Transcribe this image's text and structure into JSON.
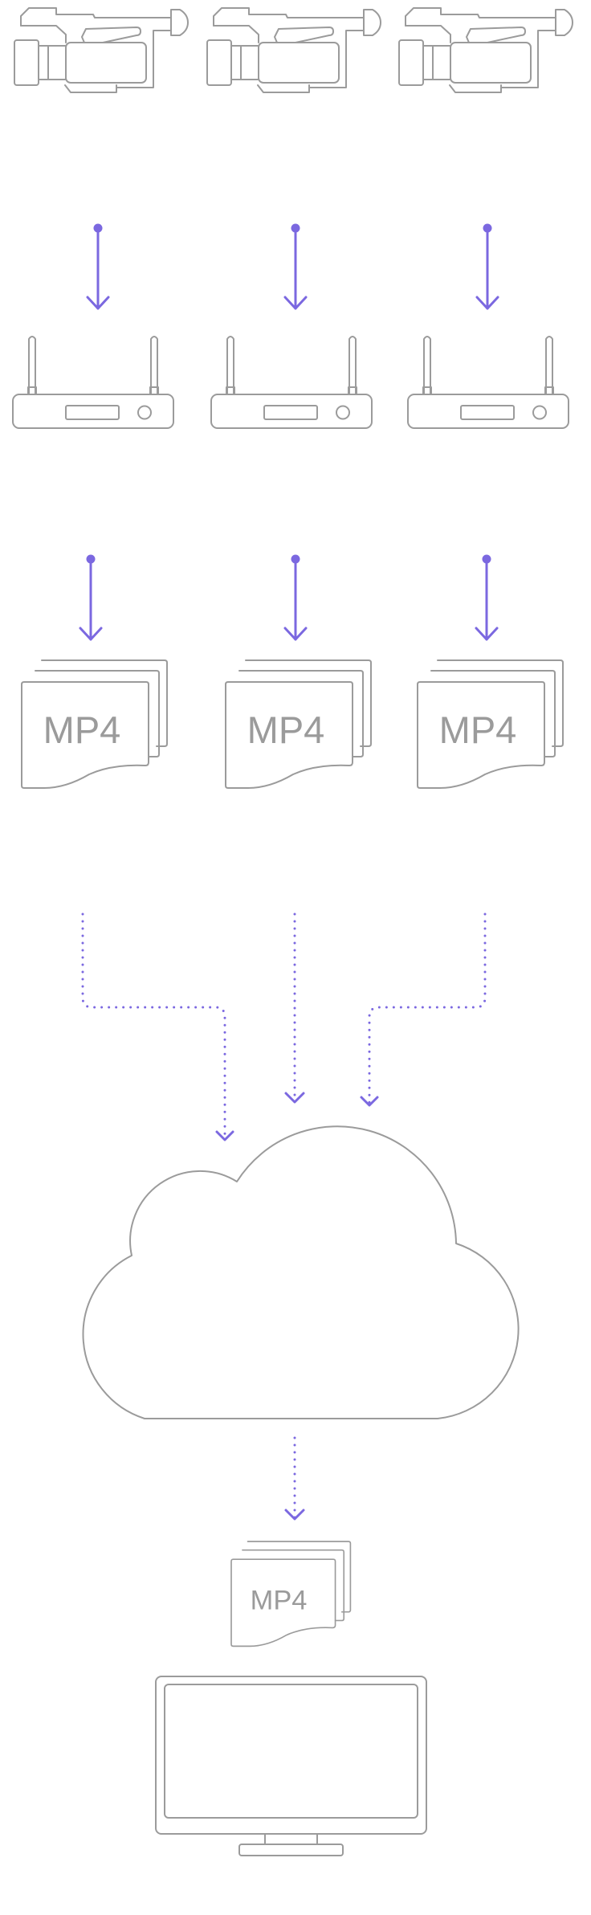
{
  "colors": {
    "icon_stroke": "#9b9b9b",
    "arrow_accent": "#7b68e0",
    "background": "#ffffff"
  },
  "diagram": {
    "cameras": [
      {
        "icon": "video-camera-icon"
      },
      {
        "icon": "video-camera-icon"
      },
      {
        "icon": "video-camera-icon"
      }
    ],
    "transmitters": [
      {
        "icon": "wireless-transmitter-icon"
      },
      {
        "icon": "wireless-transmitter-icon"
      },
      {
        "icon": "wireless-transmitter-icon"
      }
    ],
    "recorded_files": [
      {
        "label": "MP4"
      },
      {
        "label": "MP4"
      },
      {
        "label": "MP4"
      }
    ],
    "cloud": {
      "icon": "cloud-icon"
    },
    "output_file": {
      "label": "MP4"
    },
    "display": {
      "icon": "monitor-icon"
    },
    "connectors": {
      "camera_to_transmitter": "solid-arrow",
      "transmitter_to_file": "solid-arrow",
      "file_to_cloud": "dotted-arrow",
      "cloud_to_output": "dotted-arrow"
    }
  }
}
